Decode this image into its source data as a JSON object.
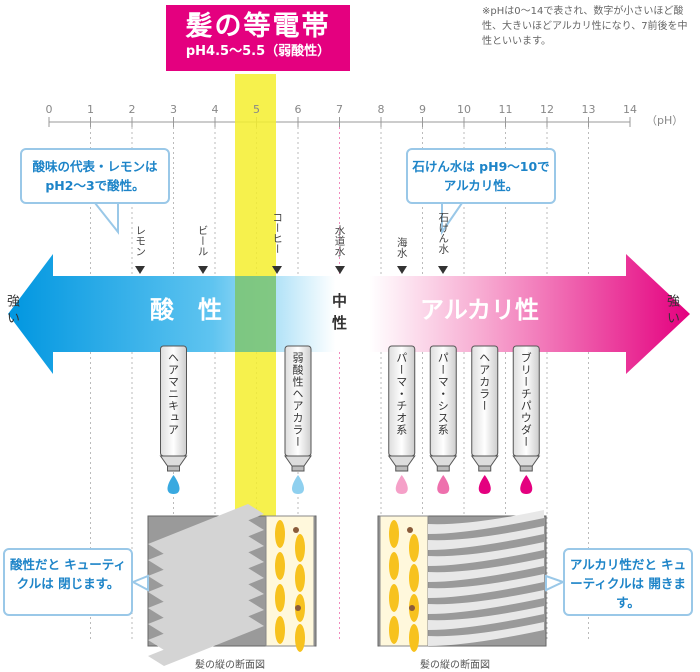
{
  "note": "※pHは0～14で表され、数字が小さいほど酸性、大きいほどアルカリ性になり、7前後を中性といいます。",
  "title": {
    "main": "髪の等電帯",
    "sub": "pH4.5～5.5（弱酸性）"
  },
  "scale": {
    "ticks": [
      "0",
      "1",
      "2",
      "3",
      "4",
      "5",
      "6",
      "7",
      "8",
      "9",
      "10",
      "11",
      "12",
      "13",
      "14"
    ],
    "unit": "（pH）"
  },
  "callouts": {
    "acid_example": "酸味の代表・レモンは pH2～3で酸性。",
    "alkali_example": "石けん水は pH9～10でアルカリ性。",
    "acid_hair": "酸性だと キューティクルは 閉じます。",
    "alkali_hair": "アルカリ性だと キューティクルは 開きます。"
  },
  "markers": [
    {
      "label": "レモン",
      "ph": 2.2
    },
    {
      "label": "ビール",
      "ph": 3.7
    },
    {
      "label": "コーヒー",
      "ph": 5.5
    },
    {
      "label": "水道水",
      "ph": 7.0
    },
    {
      "label": "海水",
      "ph": 8.5
    },
    {
      "label": "石けん水",
      "ph": 9.5
    }
  ],
  "band": {
    "acid": "酸　性",
    "neutral": "中性",
    "alkali": "アルカリ性",
    "strong_left": "強い",
    "strong_right": "強い"
  },
  "products": [
    {
      "label": "ヘアマニキュア",
      "ph": 3.0,
      "side": "acid"
    },
    {
      "label": "弱酸性ヘアカラー",
      "ph": 6.0,
      "side": "acid"
    },
    {
      "label": "パーマ・チオ系",
      "ph": 8.5,
      "side": "alkali"
    },
    {
      "label": "パーマ・シス系",
      "ph": 9.5,
      "side": "alkali"
    },
    {
      "label": "ヘアカラー",
      "ph": 10.5,
      "side": "alkali"
    },
    {
      "label": "ブリーチパウダー",
      "ph": 11.5,
      "side": "alkali"
    }
  ],
  "captions": {
    "left": "髪の縦の断面図",
    "right": "髪の縦の断面図"
  },
  "colors": {
    "acid": "#0aa0e8",
    "alkali": "#e4007f",
    "yellow": "#f5ef2e",
    "callout_text": "#1d84c8"
  }
}
